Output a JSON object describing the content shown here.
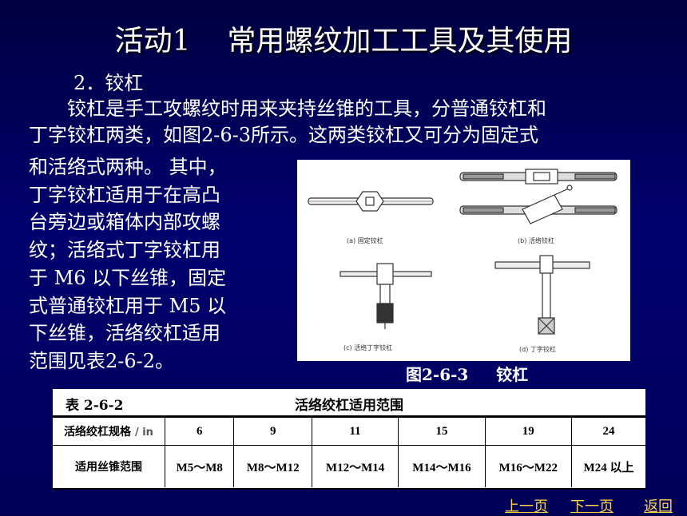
{
  "title": "活动1    常用螺纹加工工具及其使用",
  "subhead": "2．铰杠",
  "paragraph_lines": [
    "铰杠是手工攻螺纹时用来夹持丝锥的工具，分普通铰杠和",
    "丁字铰杠两类，如图2-6-3所示。这两类铰杠又可分为固定式"
  ],
  "left_lines": [
    "和活络式两种。 其中，",
    "丁字铰杠适用于在高凸",
    "台旁边或箱体内部攻螺",
    "纹；活络式丁字铰杠用",
    "于 M6 以下丝锥，固定",
    "式普通铰杠用于 M5 以",
    "下丝锥，活络绞杠适用",
    "范围见表2-6-2。"
  ],
  "figure": {
    "labels": {
      "a": "(a) 固定铰杠",
      "b": "(b) 活络铰杠",
      "c": "(c) 活络丁字铰杠",
      "d": "(d) 丁字铰杠"
    },
    "caption": "图2-6-3     铰杠"
  },
  "table": {
    "number": "表 2-6-2",
    "title": "活络绞杠适用范围",
    "row1_header": "活络绞杠规格",
    "row1_unit": "/ in",
    "row1_values": [
      "6",
      "9",
      "11",
      "15",
      "19",
      "24"
    ],
    "row2_header": "适用丝锥范围",
    "row2_values": [
      "M5～M8",
      "M8～M12",
      "M12～M14",
      "M14～M16",
      "M16～M22",
      "M24 以上"
    ]
  },
  "nav": {
    "prev": "上一页",
    "next": "下一页",
    "back": "返回"
  },
  "colors": {
    "background": "#000066",
    "nav_link": "#ffd24a"
  }
}
